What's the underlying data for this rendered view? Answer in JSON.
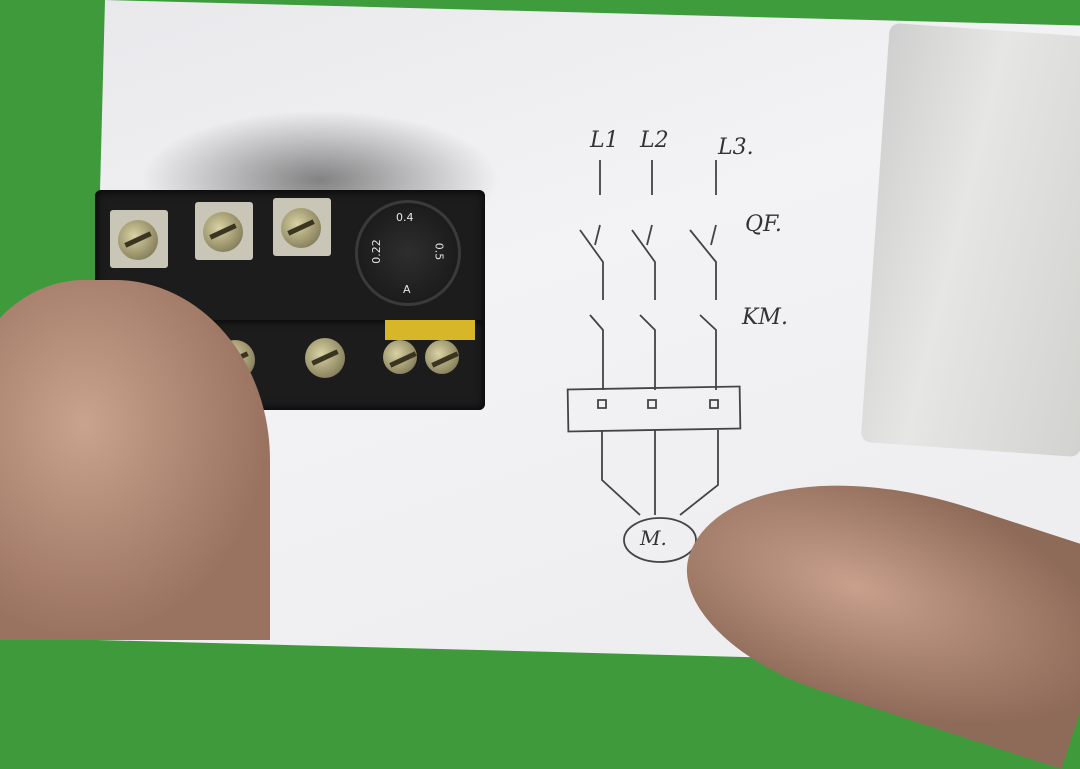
{
  "drawing": {
    "phases": [
      "L1",
      "L2",
      "L3."
    ],
    "breaker_label": "QF.",
    "contactor_label": "KM.",
    "motor_label": "M."
  },
  "relay_dial": {
    "markings": [
      "0.22",
      "0.4",
      "0.5",
      "A"
    ]
  }
}
